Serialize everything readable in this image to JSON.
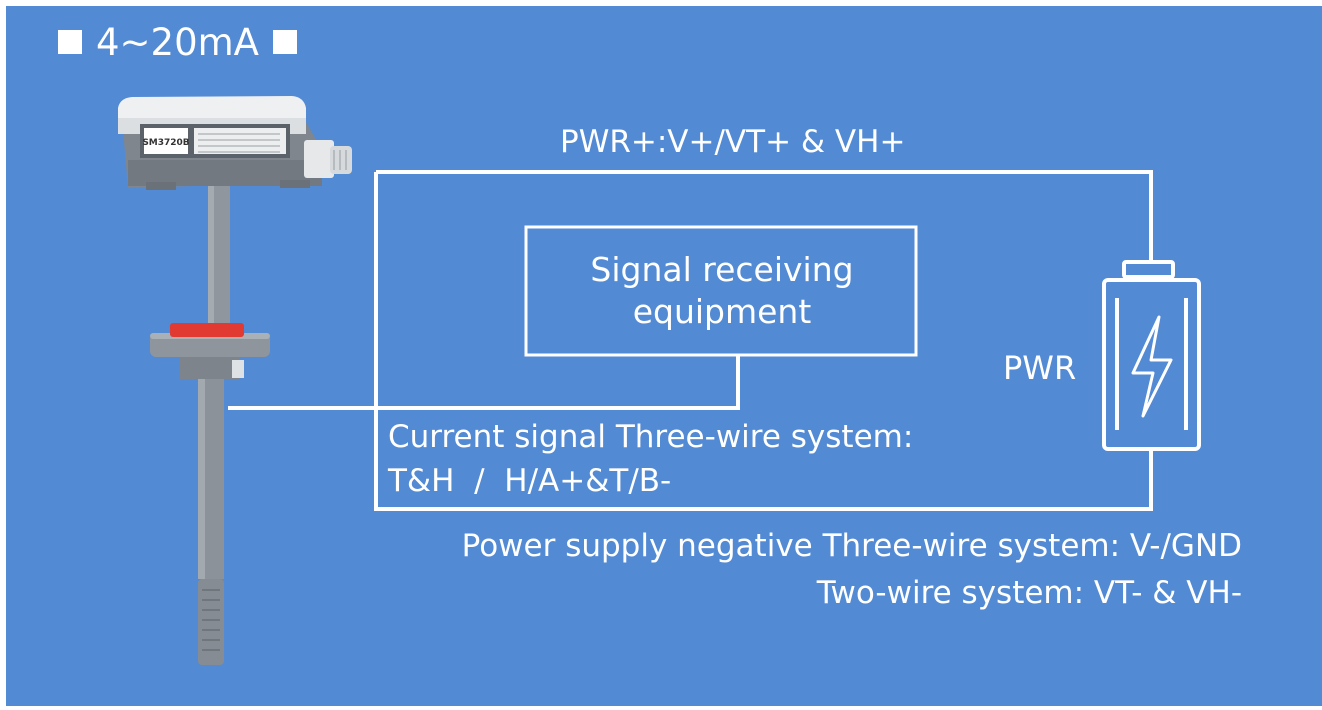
{
  "colors": {
    "background": "#538ad4",
    "line": "#ffffff",
    "sensor_body": "#8b9299",
    "sensor_cap": "#eef0f2",
    "flange_red": "#e03a33"
  },
  "header": {
    "title": "4~20mA",
    "left_marker": "square-icon",
    "right_marker": "square-icon"
  },
  "wiring": {
    "top_label": "PWR+:V+/VT+ & VH+",
    "signal_box": {
      "line1": "Signal receiving",
      "line2": "equipment"
    },
    "power_label": "PWR",
    "power_icon": "battery-lightning-icon",
    "current_signal": {
      "line1": "Current signal Three-wire system:",
      "line2": "T&H  /  H/A+&T/B-"
    },
    "power_negative": {
      "line1": "Power supply negative Three-wire system: V-/GND",
      "line2": "Two-wire system: VT- & VH-"
    }
  },
  "sensor": {
    "model_label": "SM3720B",
    "device_icon": "duct-humidity-sensor-icon"
  }
}
